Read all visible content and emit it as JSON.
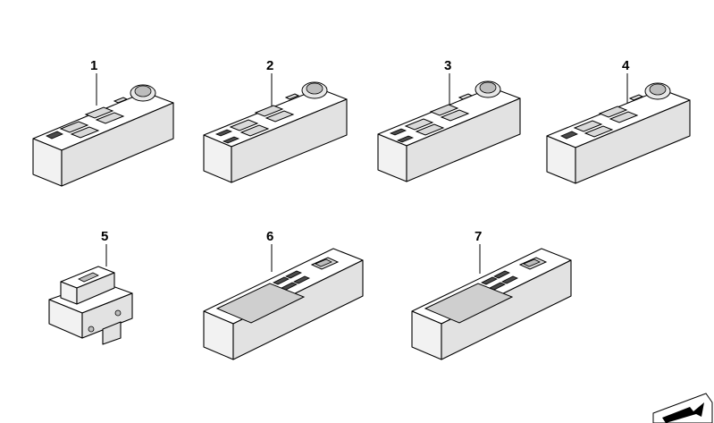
{
  "parts": [
    {
      "number": "1"
    },
    {
      "number": "2"
    },
    {
      "number": "3"
    },
    {
      "number": "4"
    },
    {
      "number": "5"
    },
    {
      "number": "6"
    },
    {
      "number": "7"
    }
  ]
}
